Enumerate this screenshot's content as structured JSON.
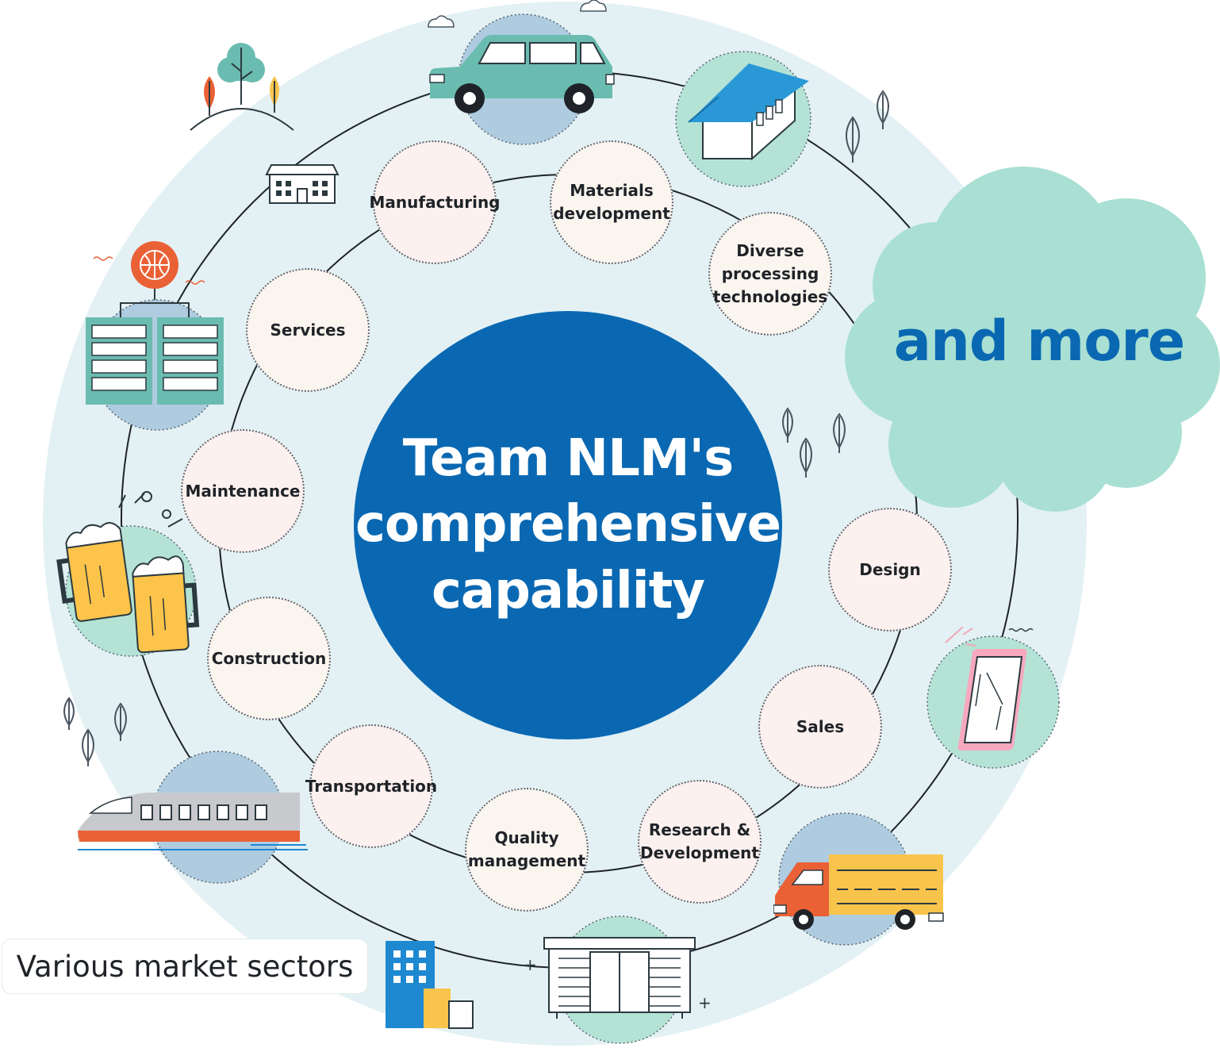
{
  "center": {
    "title": "Team NLM's\ncomprehensive\ncapability"
  },
  "more_label": "and more",
  "sectors_label": "Various market sectors",
  "capabilities": [
    "Manufacturing",
    "Materials\ndevelopment",
    "Diverse\nprocessing\ntechnologies",
    "Services",
    "Maintenance",
    "Construction",
    "Transportation",
    "Quality\nmanagement",
    "Research &\nDevelopment",
    "Sales",
    "Design"
  ],
  "colors": {
    "primary_blue": "#0a68b2",
    "outer_ring_fill": "#e3f1f4",
    "cloud_mint": "#a9e0d3",
    "bubble_fill": "#fbf5ef",
    "line": "#1f2328"
  },
  "sector_icons": [
    "car-icon",
    "house-icon",
    "smartphone-icon",
    "truck-icon",
    "warehouse-icon",
    "office-building-icon",
    "bullet-train-icon",
    "beer-mugs-icon",
    "server-rack-icon",
    "factory-building-icon",
    "trees-icon"
  ]
}
